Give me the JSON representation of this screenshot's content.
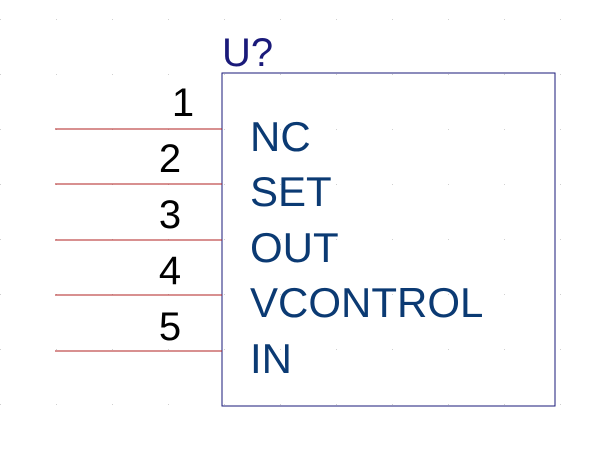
{
  "component": {
    "reference": "U?",
    "pins": [
      {
        "number": "1",
        "name": "NC"
      },
      {
        "number": "2",
        "name": "SET"
      },
      {
        "number": "3",
        "name": "OUT"
      },
      {
        "number": "4",
        "name": "VCONTROL"
      },
      {
        "number": "5",
        "name": "IN"
      }
    ]
  },
  "colors": {
    "body_outline": "#1a1a7a",
    "pin_line": "#b22222",
    "pin_name": "#0b3a73",
    "pin_number": "#000000",
    "grid_dot": "#d0d0d0"
  }
}
